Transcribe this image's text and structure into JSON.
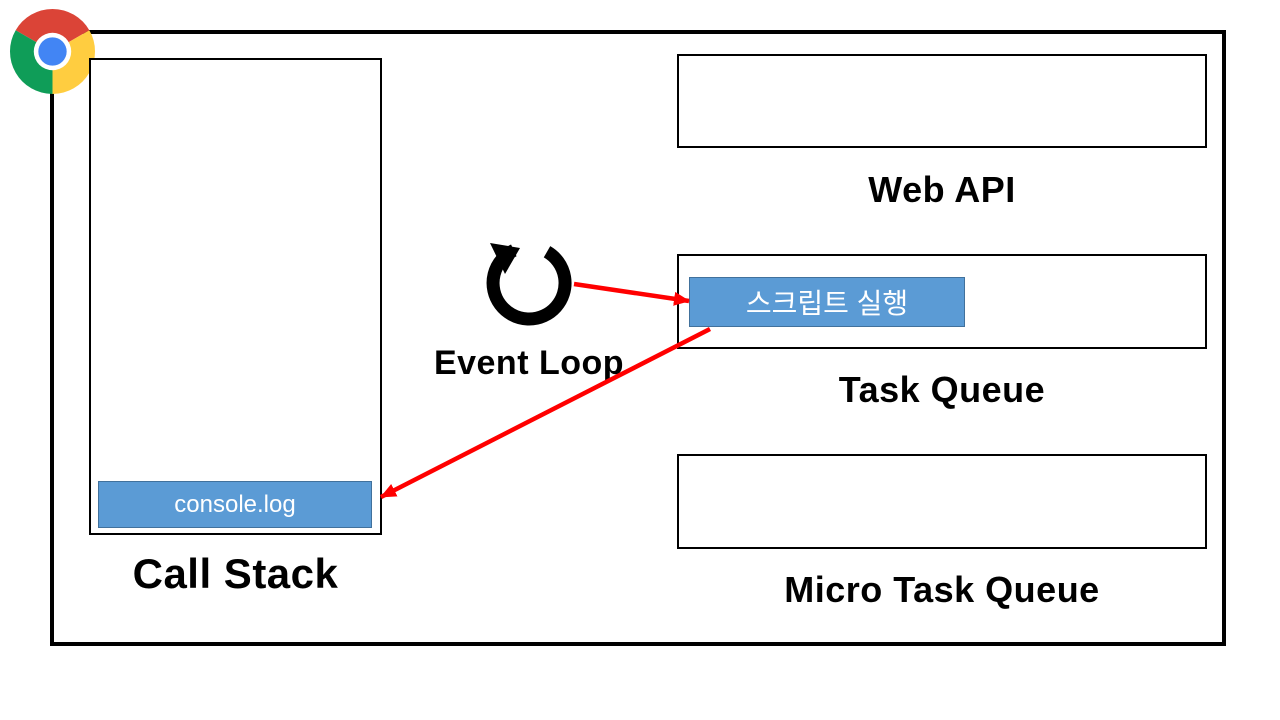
{
  "diagram": {
    "call_stack": {
      "label": "Call Stack",
      "items": [
        "console.log"
      ]
    },
    "web_api": {
      "label": "Web API",
      "items": []
    },
    "task_queue": {
      "label": "Task Queue",
      "items": [
        "스크립트 실행"
      ]
    },
    "micro_task_queue": {
      "label": "Micro Task Queue",
      "items": []
    },
    "event_loop": {
      "label": "Event Loop"
    }
  },
  "icons": {
    "browser_logo": "chrome-logo",
    "event_loop_symbol": "circular-refresh-arrow"
  },
  "connectors": [
    {
      "from": "event-loop",
      "to": "task-queue-item",
      "color": "#FF0000"
    },
    {
      "from": "task-queue-item",
      "to": "call-stack-item",
      "color": "#FF0000"
    }
  ],
  "colors": {
    "frame": "#000000",
    "chip_fill": "#5B9BD5",
    "chip_border": "#41719C",
    "chip_text": "#FFFFFF",
    "arrow_red": "#FF0000",
    "chrome_red": "#DB4437",
    "chrome_green": "#0F9D58",
    "chrome_yellow": "#FFCD40",
    "chrome_blue": "#4285F4"
  }
}
